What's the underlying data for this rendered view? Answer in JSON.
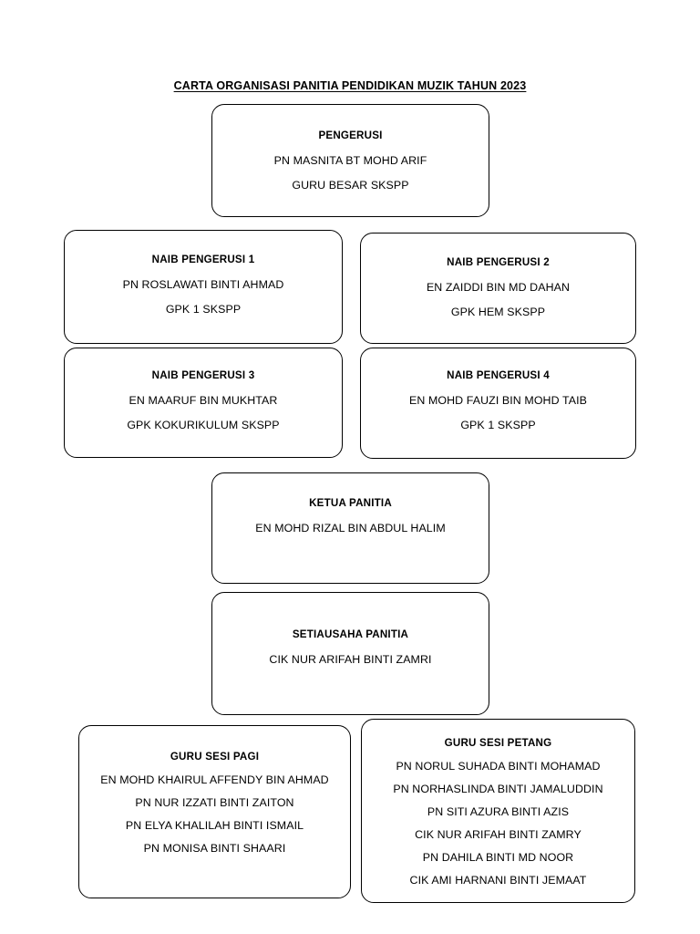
{
  "document": {
    "title": "CARTA ORGANISASI PANITIA PENDIDIKAN MUZIK TAHUN 2023",
    "page_background": "#FFFFFF",
    "ink_color": "#000000"
  },
  "chart_data": {
    "type": "diagram",
    "title": "CARTA ORGANISASI PANITIA PENDIDIKAN MUZIK TAHUN 2023",
    "layout": "organisation-chart",
    "nodes": [
      {
        "id": "pengerusi",
        "role": "PENGERUSI",
        "lines": [
          "PN MASNITA BT MOHD ARIF",
          "GURU BESAR SKSPP"
        ],
        "level": 1,
        "column": "center"
      },
      {
        "id": "naib-pengerusi-1",
        "role": "NAIB PENGERUSI 1",
        "lines": [
          "PN ROSLAWATI BINTI AHMAD",
          "GPK 1 SKSPP"
        ],
        "level": 2,
        "column": "left"
      },
      {
        "id": "naib-pengerusi-2",
        "role": "NAIB PENGERUSI 2",
        "lines": [
          "EN ZAIDDI BIN MD DAHAN",
          "GPK HEM SKSPP"
        ],
        "level": 2,
        "column": "right"
      },
      {
        "id": "naib-pengerusi-3",
        "role": "NAIB PENGERUSI 3",
        "lines": [
          "EN MAARUF BIN MUKHTAR",
          "GPK KOKURIKULUM SKSPP"
        ],
        "level": 3,
        "column": "left"
      },
      {
        "id": "naib-pengerusi-4",
        "role": "NAIB PENGERUSI 4",
        "lines": [
          "EN MOHD FAUZI BIN MOHD TAIB",
          "GPK 1 SKSPP"
        ],
        "level": 3,
        "column": "right"
      },
      {
        "id": "ketua-panitia",
        "role": "KETUA PANITIA",
        "lines": [
          "EN MOHD RIZAL BIN ABDUL HALIM"
        ],
        "level": 4,
        "column": "center"
      },
      {
        "id": "setiausaha-panitia",
        "role": "SETIAUSAHA PANITIA",
        "lines": [
          "CIK NUR ARIFAH BINTI ZAMRI"
        ],
        "level": 5,
        "column": "center"
      },
      {
        "id": "guru-sesi-pagi",
        "role": "GURU SESI PAGI",
        "lines": [
          "EN MOHD KHAIRUL AFFENDY BIN AHMAD",
          "PN NUR IZZATI BINTI ZAITON",
          "PN ELYA KHALILAH BINTI ISMAIL",
          "PN MONISA BINTI SHAARI"
        ],
        "level": 6,
        "column": "left"
      },
      {
        "id": "guru-sesi-petang",
        "role": "GURU SESI PETANG",
        "lines": [
          "PN NORUL SUHADA BINTI MOHAMAD",
          "PN NORHASLINDA BINTI JAMALUDDIN",
          "PN SITI AZURA BINTI AZIS",
          "CIK NUR ARIFAH BINTI ZAMRY",
          "PN DAHILA BINTI MD NOOR",
          "CIK AMI HARNANI BINTI JEMAAT"
        ],
        "level": 6,
        "column": "right"
      }
    ]
  }
}
